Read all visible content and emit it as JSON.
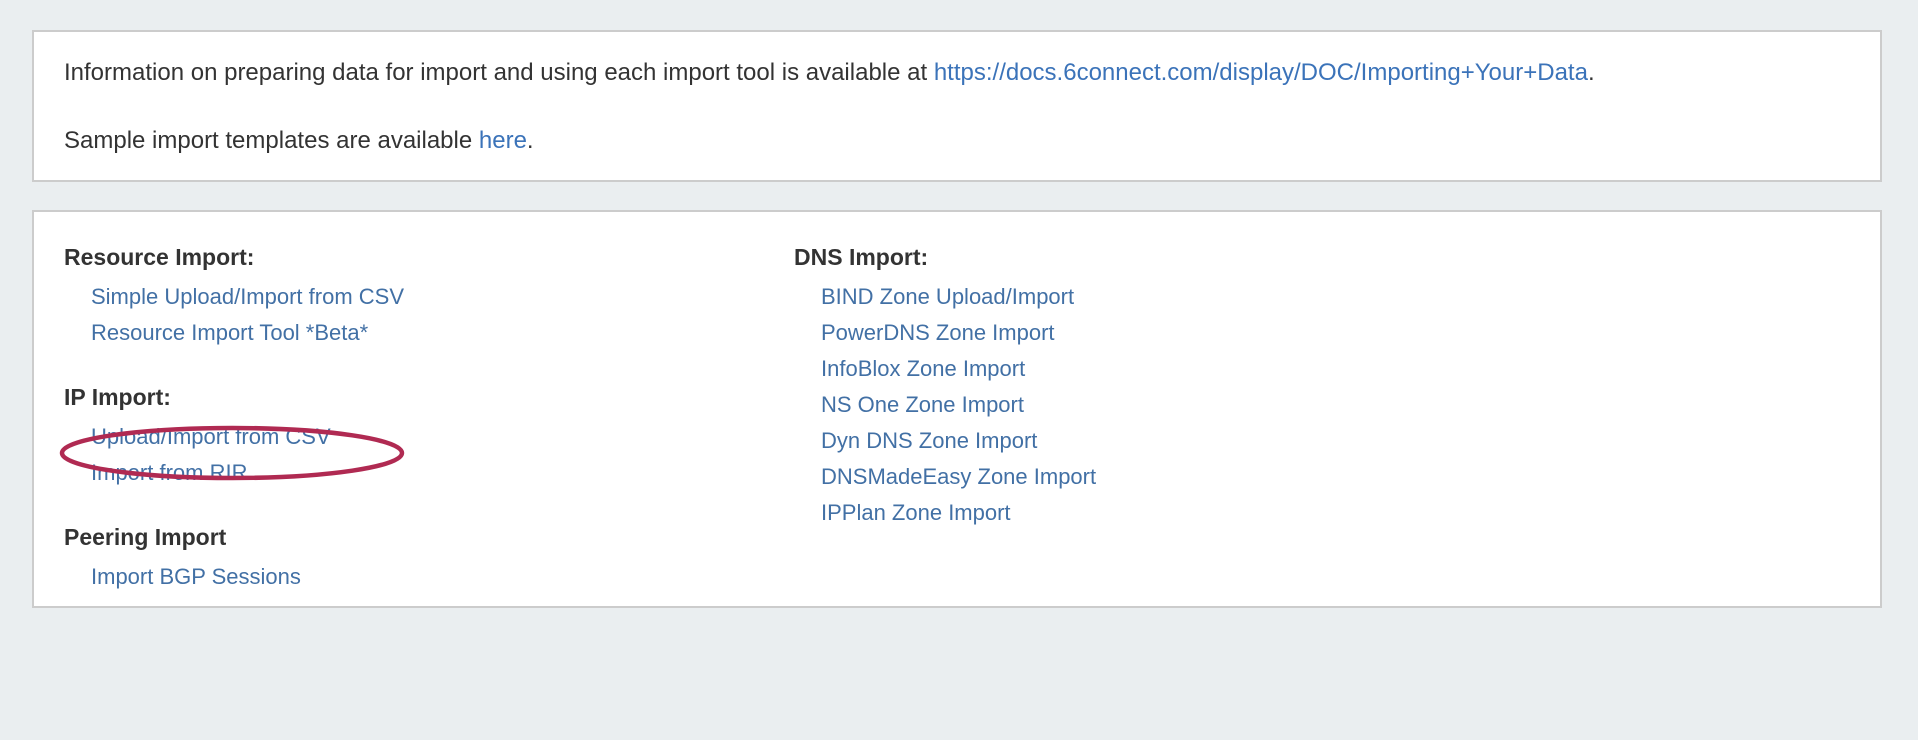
{
  "colors": {
    "page_background": "#eaeef0",
    "panel_background": "#ffffff",
    "panel_border": "#cccccc",
    "link": "#4270a5",
    "info_link": "#3b73b9",
    "heading": "#333333",
    "annotation": "#b02a52"
  },
  "info_panel": {
    "line1_prefix": "Information on preparing data for import and using each import tool is available at ",
    "line1_link": "https://docs.6connect.com/display/DOC/Importing+Your+Data",
    "line1_suffix": ".",
    "line2_prefix": "Sample import templates are available ",
    "line2_link": "here",
    "line2_suffix": "."
  },
  "tools_panel": {
    "left_column": [
      {
        "title": "Resource Import:",
        "links": [
          "Simple Upload/Import from CSV",
          "Resource Import Tool *Beta*"
        ]
      },
      {
        "title": "IP Import:",
        "links": [
          "Upload/Import from CSV",
          "Import from RIR"
        ]
      },
      {
        "title": "Peering Import",
        "links": [
          "Import BGP Sessions"
        ]
      }
    ],
    "right_column": [
      {
        "title": "DNS Import:",
        "links": [
          "BIND Zone Upload/Import",
          "PowerDNS Zone Import",
          "InfoBlox Zone Import",
          "NS One Zone Import",
          "Dyn DNS Zone Import",
          "DNSMadeEasy Zone Import",
          "IPPlan Zone Import"
        ]
      }
    ]
  },
  "annotation": {
    "target_label": "Upload/Import from CSV",
    "shape": "ellipse",
    "color": "#b02a52"
  }
}
